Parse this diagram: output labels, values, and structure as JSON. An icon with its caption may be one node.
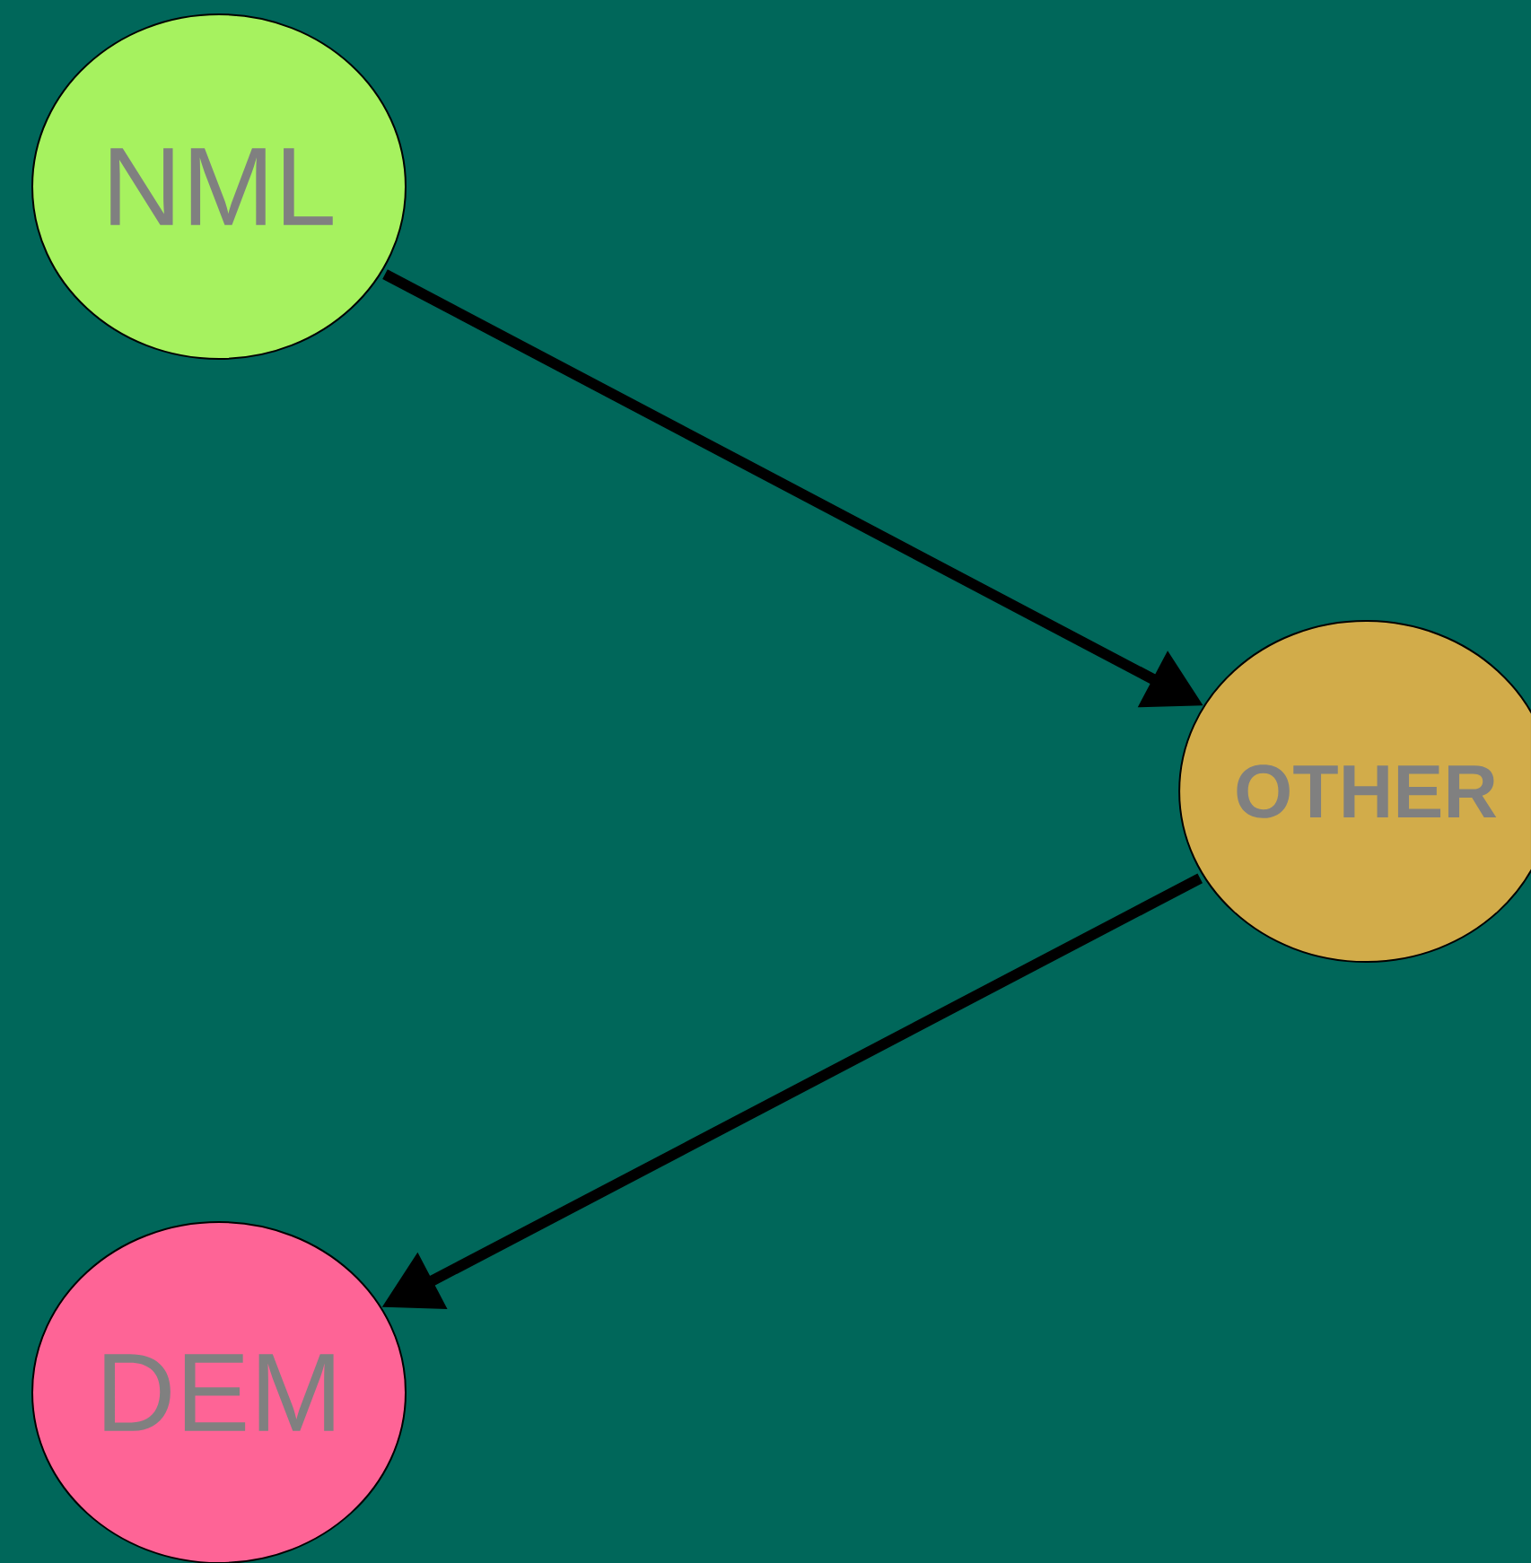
{
  "diagram": {
    "nodes": [
      {
        "text": [
          "NML"
        ]
      },
      {
        "text": [
          "OTHER"
        ]
      },
      {
        "text": [
          "DEM"
        ]
      }
    ],
    "edges": [
      {
        "from": 0,
        "to": 1,
        "arrow": "to"
      },
      {
        "from": 1,
        "to": 2,
        "arrow": "to"
      }
    ]
  }
}
